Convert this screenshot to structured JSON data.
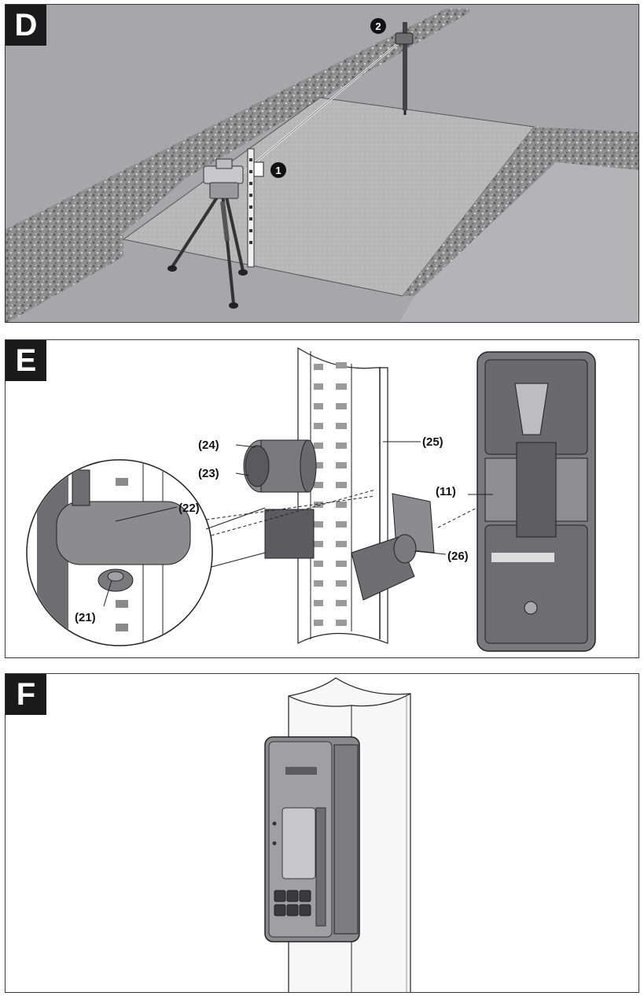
{
  "panels": {
    "d": {
      "tag": "D",
      "callouts": [
        "1",
        "2"
      ]
    },
    "e": {
      "tag": "E",
      "callouts": [
        "(24)",
        "(23)",
        "(22)",
        "(21)",
        "(25)",
        "(11)",
        "(26)"
      ]
    },
    "f": {
      "tag": "F"
    }
  },
  "colors": {
    "frame": "#3a3a3a",
    "tag_bg": "#1a1a1a",
    "sky": "#a9a9ab",
    "gravel": "#8a8a8a",
    "ground": "#b9b9b9",
    "device_dark": "#6e6e70",
    "device_mid": "#9a9a9c",
    "device_light": "#c4c4c6"
  }
}
